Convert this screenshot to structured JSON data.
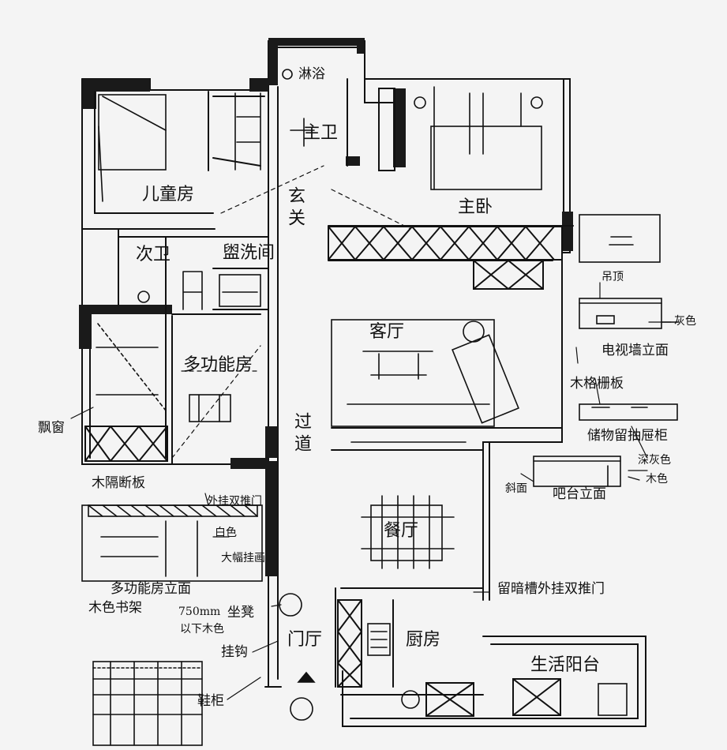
{
  "colors": {
    "ink": "#111111",
    "paper": "#f4f4f4",
    "wall": "#1a1a1a"
  },
  "rooms": {
    "master_bath": "主卫",
    "kids_room": "儿童房",
    "entrance": "玄关",
    "master_bedroom": "主卧",
    "second_bath": "次卫",
    "washroom": "盥洗间",
    "multi_room": "多功能房",
    "living_room": "客厅",
    "corridor": "过道",
    "dining_room": "餐厅",
    "kitchen": "厨房",
    "door_hall": "门厅",
    "balcony": "生活阳台"
  },
  "annotations": {
    "shower": "淋浴",
    "ceiling": "吊顶",
    "grey": "灰色",
    "tv_wall_elevation": "电视墙立面",
    "hollow_board": "木格栅板",
    "storage_drawer_cabinet": "储物留抽屉柜",
    "dark_grey": "深灰色",
    "wood_color": "木色",
    "bar_counter_elevation": "吧台立面",
    "oblique": "斜面",
    "bay_window": "飘窗",
    "partition_board": "木隔断板",
    "double_sliding_door": "外挂双推门",
    "white": "白色",
    "large_painting": "大幅挂画",
    "multi_room_elevation": "多功能房立面",
    "wood_bookshelf": "木色书架",
    "size_750": "750mm",
    "under_color": "以下木色",
    "stool": "坐凳",
    "hooks": "挂钩",
    "shoe_cabinet": "鞋柜",
    "dark_slot_door": "留暗槽外挂双推门"
  }
}
